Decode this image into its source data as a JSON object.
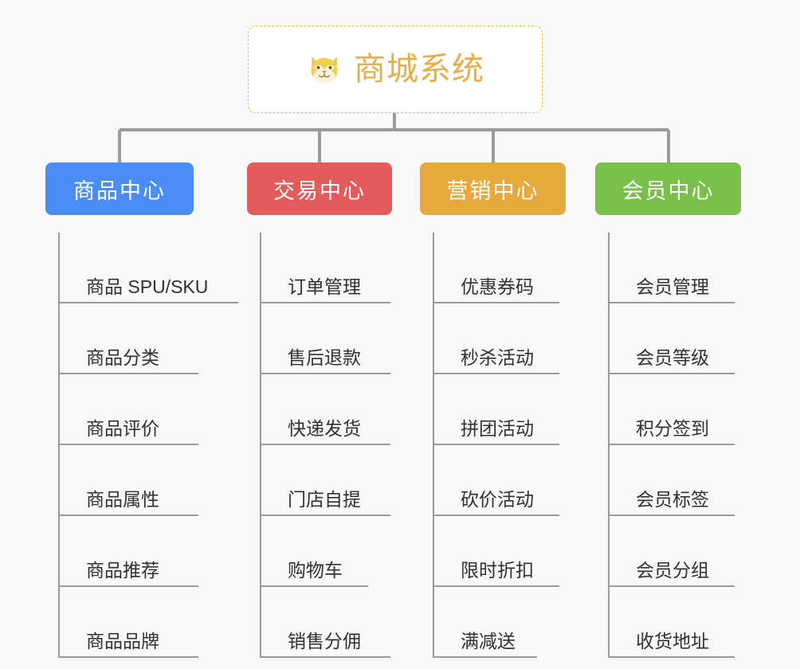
{
  "root": {
    "title": "商城系统",
    "icon": "shiba-dog-face-icon",
    "title_color": "#e8ae44",
    "border_color": "#f0b948",
    "background": "#ffffff"
  },
  "canvas": {
    "background": "#f8f8f8",
    "connector_color": "#9b9b9b",
    "leaf_text_color": "#303133"
  },
  "branches": [
    {
      "label": "商品中心",
      "color": "#4a8df6",
      "items": [
        "商品 SPU/SKU",
        "商品分类",
        "商品评价",
        "商品属性",
        "商品推荐",
        "商品品牌"
      ]
    },
    {
      "label": "交易中心",
      "color": "#e35b5b",
      "items": [
        "订单管理",
        "售后退款",
        "快递发货",
        "门店自提",
        "购物车",
        "销售分佣"
      ]
    },
    {
      "label": "营销中心",
      "color": "#e8a93c",
      "items": [
        "优惠券码",
        "秒杀活动",
        "拼团活动",
        "砍价活动",
        "限时折扣",
        "满减送"
      ]
    },
    {
      "label": "会员中心",
      "color": "#78c04a",
      "items": [
        "会员管理",
        "会员等级",
        "积分签到",
        "会员标签",
        "会员分组",
        "收货地址"
      ]
    }
  ]
}
